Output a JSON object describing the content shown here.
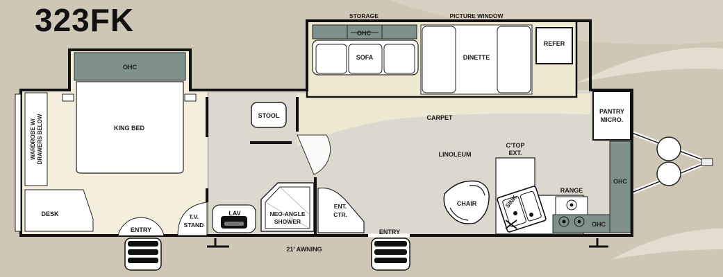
{
  "model": "323FK",
  "labels": {
    "storage": "STORAGE",
    "picture_window": "PICTURE WINDOW",
    "ohc_top": "OHC",
    "sofa": "SOFA",
    "dinette": "DINETTE",
    "refer": "REFER",
    "ohc_bed": "OHC",
    "king_bed": "KING BED",
    "wardrobe_line1": "WARDROBE W/",
    "wardrobe_line2": "DRAWERS BELOW",
    "stool": "STOOL",
    "carpet": "CARPET",
    "pantry_line1": "PANTRY",
    "pantry_line2": "MICRO.",
    "linoleum": "LINOLEUM",
    "ctop_line1": "C'TOP",
    "ctop_line2": "EXT.",
    "ohc_right": "OHC",
    "range": "RANGE",
    "chair": "CHAIR",
    "sink": "SINK",
    "ohc_kitchen": "OHC",
    "desk": "DESK",
    "tv_line1": "T.V.",
    "tv_line2": "STAND",
    "lav": "LAV",
    "shower_line1": "NEO-ANGLE",
    "shower_line2": "SHOWER",
    "ent_line1": "ENT.",
    "ent_line2": "CTR.",
    "entry_bed": "ENTRY",
    "entry_main": "ENTRY",
    "awning": "21' AWNING"
  },
  "colors": {
    "background": "#cfc7b6",
    "bedroom_floor": "#f3efdc",
    "carpet": "#ede8d2",
    "linoleum": "#dcd7cf",
    "cabinet": "#7f918d",
    "wall": "#111111"
  }
}
